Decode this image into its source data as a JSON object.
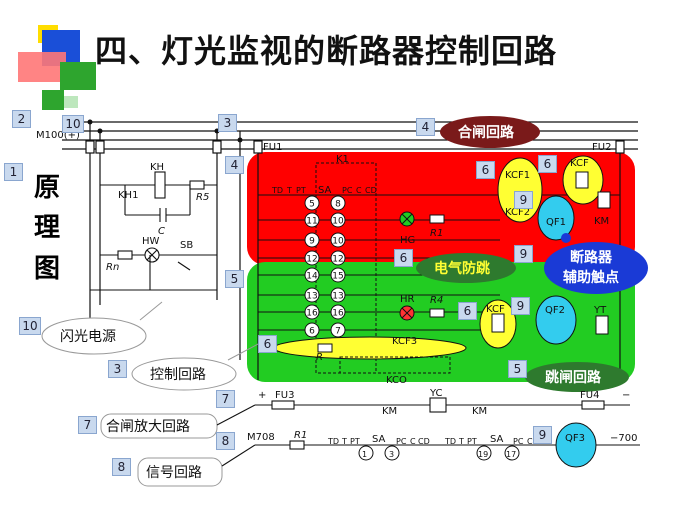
{
  "title": "四、灯光监视的断路器控制回路",
  "side_title": [
    "原",
    "理",
    "图"
  ],
  "numbers": {
    "n1": "1",
    "n2": "2",
    "n3a": "3",
    "n3b": "3",
    "n4a": "4",
    "n4b": "4",
    "n5a": "5",
    "n5b": "5",
    "n6a": "6",
    "n6b": "6",
    "n6c": "6",
    "n6d": "6",
    "n6e": "6",
    "n7": "7",
    "n8a": "8",
    "n8b": "8",
    "n9a": "9",
    "n9b": "9",
    "n9c": "9",
    "n9d": "9",
    "n10a": "10",
    "n10b": "10"
  },
  "bus_label": "M100(+)",
  "fuses": {
    "fu1": "FU1",
    "fu2": "FU2",
    "fu3": "FU3",
    "fu4": "FU4"
  },
  "flash_circuit": {
    "kh": "KH",
    "kh1": "KH1",
    "c": "C",
    "r5": "R5",
    "hw": "HW",
    "sb": "SB",
    "rn": "Rn"
  },
  "switch": {
    "k1": "K1",
    "td": "TD",
    "t": "T",
    "pt": "PT",
    "sa": "SA",
    "pc": "PC",
    "c": "C",
    "cd": "CD",
    "left_nums": [
      "5",
      "11",
      "9",
      "12",
      "14",
      "13",
      "16",
      "6"
    ],
    "right_nums": [
      "8",
      "10",
      "10",
      "12",
      "15",
      "13",
      "16",
      "7"
    ]
  },
  "close_circuit": {
    "hg": "HG",
    "r1": "R1",
    "kcf1": "KCF1",
    "kcf2": "KCF2",
    "kcf": "KCF",
    "qf1": "QF1",
    "km": "KM"
  },
  "trip_circuit": {
    "hr": "HR",
    "r4": "R4",
    "kcf": "KCF",
    "qf2": "QF2",
    "yt": "YT",
    "kcf3": "KCF3",
    "r": "R",
    "kco": "KCO"
  },
  "callouts": {
    "close_loop": "合闸回路",
    "anti_pump": "电气防跳",
    "aux_contact_1": "断路器",
    "aux_contact_2": "辅助触点",
    "trip_loop": "跳闸回路",
    "flash_power": "闪光电源",
    "control_loop": "控制回路",
    "close_amp_loop": "合闸放大回路",
    "signal_loop": "信号回路"
  },
  "bottom": {
    "plus": "+",
    "minus": "−",
    "yc": "YC",
    "km1": "KM",
    "km2": "KM",
    "m708": "M708",
    "r1": "R1",
    "td": "TD",
    "t": "T",
    "pt": "PT",
    "sa": "SA",
    "pc": "PC",
    "c": "C",
    "cd": "CD",
    "c1": "1",
    "c3": "3",
    "c19": "19",
    "c17": "17",
    "qf3": "QF3",
    "r700": "−700"
  },
  "colors": {
    "red_zone": "#ff0000",
    "green_zone": "#22cc22",
    "yellow": "#ffff33",
    "cyan": "#33ccee",
    "dark_callout": "#7a1a1a",
    "blue_callout": "#1a3ad6"
  }
}
